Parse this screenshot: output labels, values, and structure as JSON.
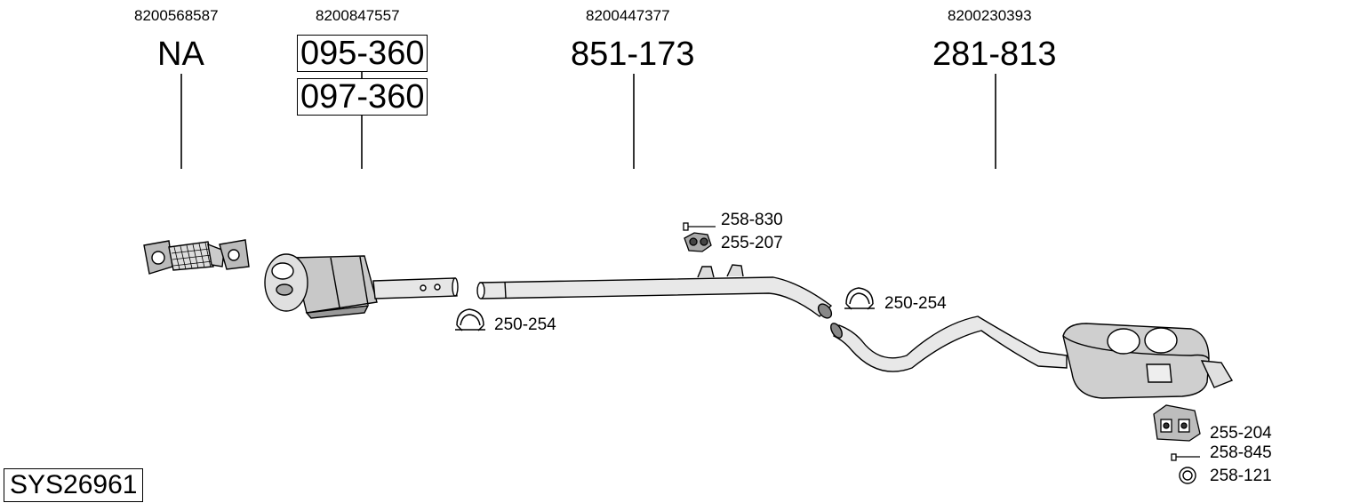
{
  "system": {
    "code": "SYS26961"
  },
  "sections": [
    {
      "oem": "8200568587",
      "part": "NA"
    },
    {
      "oem": "8200847557",
      "parts": [
        "095-360",
        "097-360"
      ]
    },
    {
      "oem": "8200447377",
      "part": "851-173"
    },
    {
      "oem": "8200230393",
      "part": "281-813"
    }
  ],
  "accessories": {
    "bolt_mid": "258-830",
    "rubber_mid": "255-207",
    "clamp_left": "250-254",
    "clamp_right": "250-254",
    "rubber_rear": "255-204",
    "bolt_rear": "258-845",
    "ring_rear": "258-121"
  }
}
